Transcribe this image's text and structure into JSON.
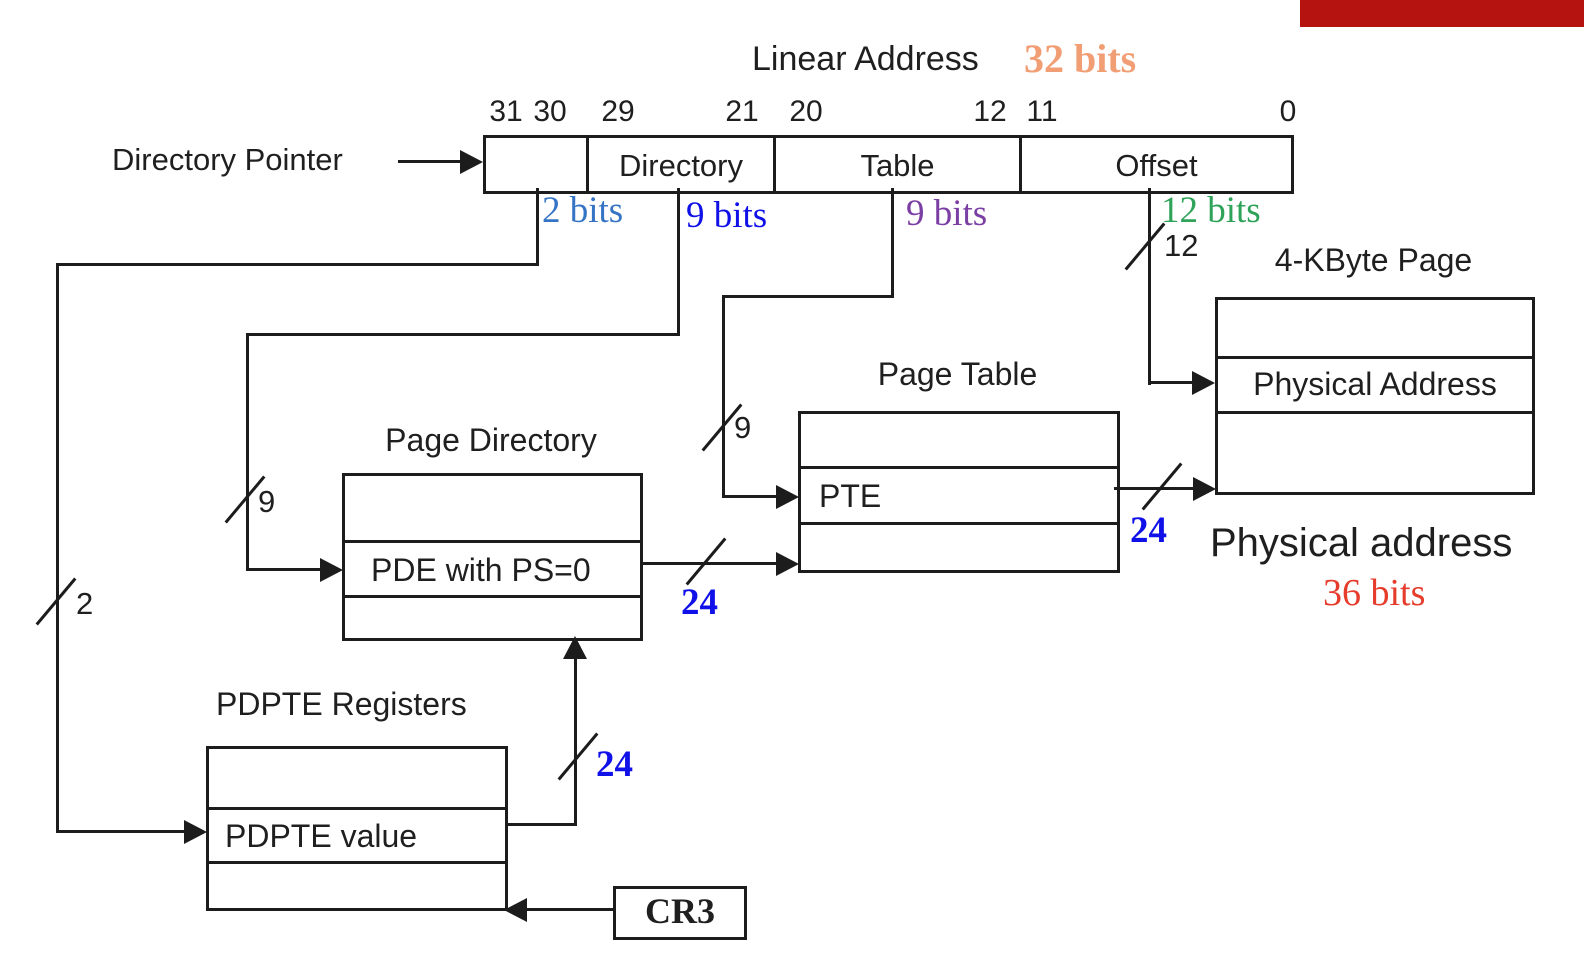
{
  "colors": {
    "line": "#1c1c1c",
    "top_right_bar": "#b51310",
    "steel_blue": "#3574c5",
    "blue": "#1010e8",
    "purple": "#7b3fa4",
    "green": "#2fa35a",
    "salmon": "#f19e74",
    "red": "#e63c2b"
  },
  "header": {
    "title": "Linear Address",
    "width_label": "32 bits"
  },
  "address_box": {
    "pointer_label": "Directory Pointer",
    "bit_numbers": [
      "31",
      "30",
      "29",
      "21",
      "20",
      "12",
      "11",
      "0"
    ],
    "fields": {
      "directory_pointer": "",
      "directory": "Directory",
      "table": "Table",
      "offset": "Offset"
    },
    "field_bit_widths": {
      "directory_pointer": "2 bits",
      "directory": "9 bits",
      "table": "9 bits",
      "offset": "12 bits"
    }
  },
  "bus_labels": {
    "directory_pointer_bits": "2",
    "directory_bits": "9",
    "table_bits": "9",
    "offset_bits": "12",
    "pdpte_to_pd_bits": "24",
    "pde_to_pt_bits": "24",
    "pte_to_page_bits": "24"
  },
  "page_directory": {
    "title": "Page Directory",
    "entry": "PDE with PS=0"
  },
  "page_table": {
    "title": "Page Table",
    "entry": "PTE"
  },
  "kbyte_page": {
    "title": "4-KByte Page",
    "entry": "Physical Address"
  },
  "pdpte_registers": {
    "title": "PDPTE Registers",
    "entry": "PDPTE value"
  },
  "cr3": {
    "label": "CR3"
  },
  "result": {
    "label": "Physical address",
    "width_label": "36 bits"
  }
}
